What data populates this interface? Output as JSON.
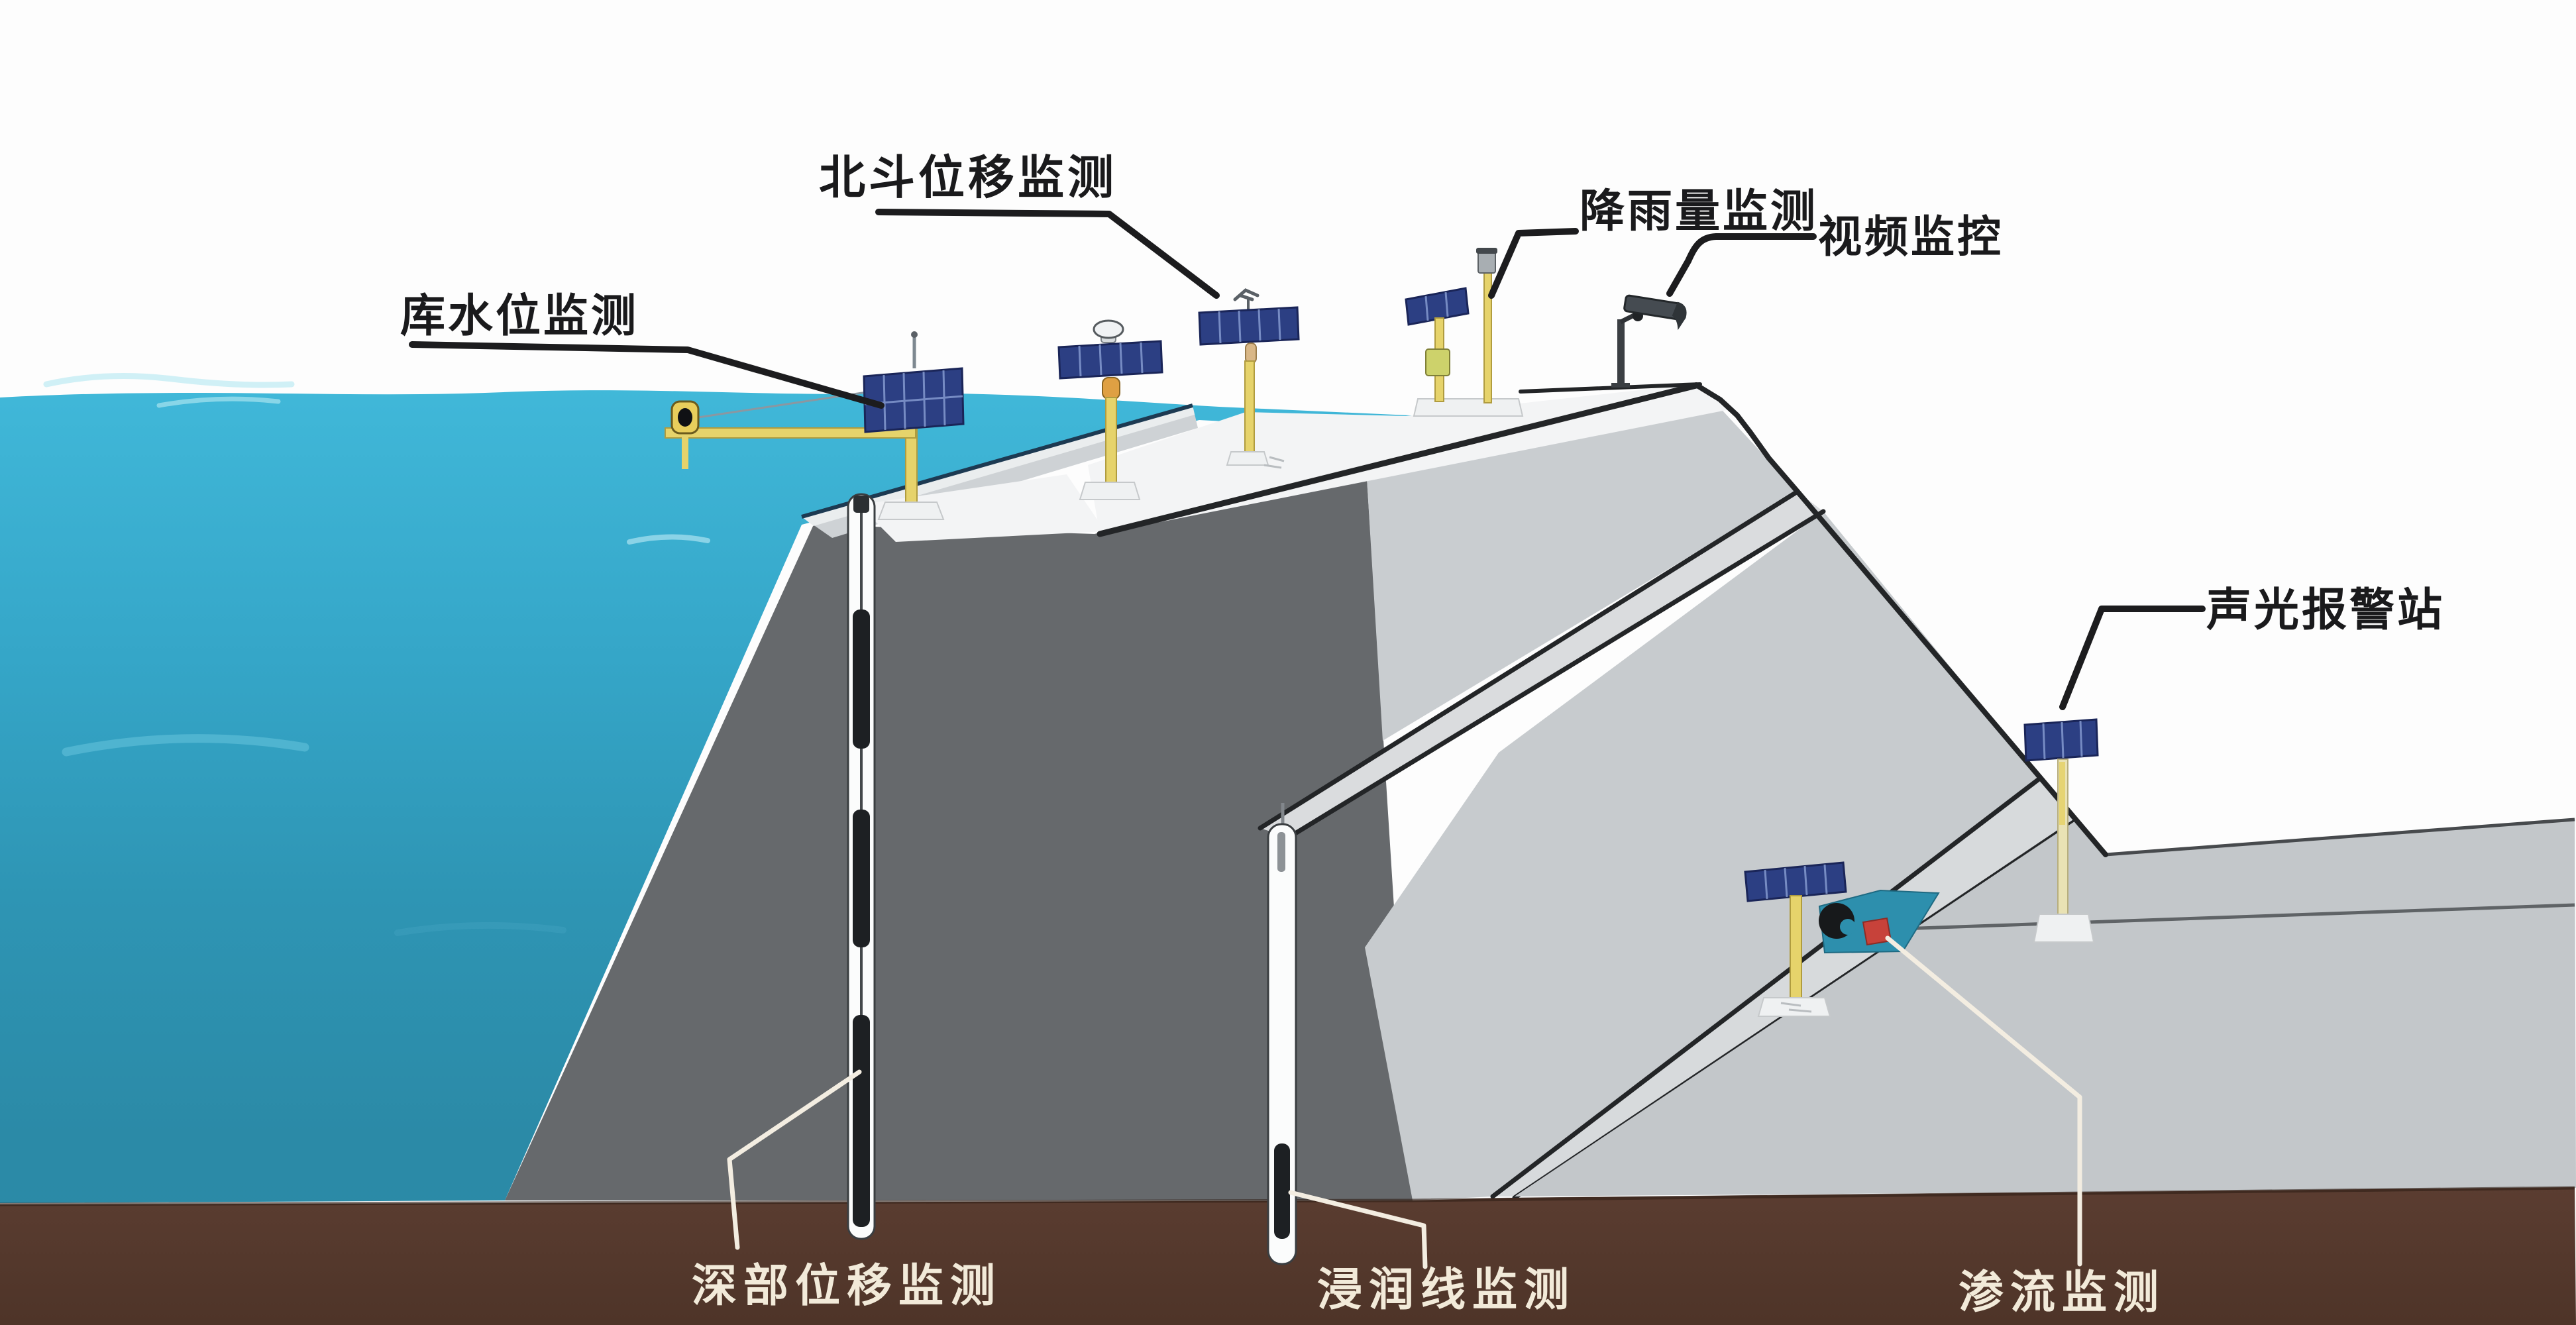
{
  "diagram": {
    "type": "dam-safety-monitoring-cross-section",
    "labels": {
      "reservoir_level": "库水位监测",
      "beidou_displacement": "北斗位移监测",
      "rainfall": "降雨量监测",
      "video": "视频监控",
      "alarm_station": "声光报警站",
      "deep_displacement": "深部位移监测",
      "phreatic_line": "浸润线监测",
      "seepage": "渗流监测"
    },
    "colors": {
      "sky_white": "#fdfdfd",
      "water_top": "#40b8da",
      "water_deep": "#2b89a6",
      "soil_brown": "#57392d",
      "dam_core_gray": "#66696c",
      "dam_face_gray": "#c9cdd0",
      "bench_gray": "#d9dcde",
      "crest_white": "#f3f4f5",
      "solar_panel_blue": "#2c3f83",
      "pole_yellow": "#e6d36b",
      "seepage_plate_teal": "#2d8fad",
      "alert_red": "#c7423a",
      "label_dark": "#1a1a1c",
      "label_light": "#f2ead9",
      "waterline_navy": "#1d3a52"
    }
  }
}
